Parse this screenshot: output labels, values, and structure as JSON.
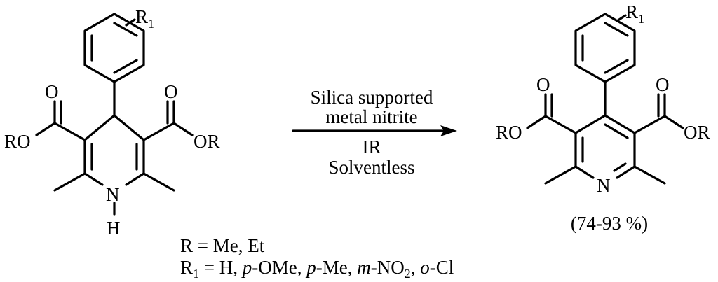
{
  "reactant": {
    "ring_substituent": "R",
    "ring_substituent_index": "1",
    "carbonyl_oxygen_left": "O",
    "carbonyl_oxygen_right": "O",
    "ester_left": "RO",
    "ester_right": "OR",
    "nitrogen": "N",
    "nitrogen_hydrogen": "H"
  },
  "conditions": {
    "reagent_line1": "Silica supported",
    "reagent_line2": "metal  nitrite",
    "condition_line1": "IR",
    "condition_line2": "Solventless"
  },
  "product": {
    "ring_substituent": "R",
    "ring_substituent_index": "1",
    "carbonyl_oxygen_left": "O",
    "carbonyl_oxygen_right": "O",
    "ester_left": "RO",
    "ester_right": "OR",
    "nitrogen": "N",
    "yield": "(74-93 %)"
  },
  "definitions": {
    "r_line": "R = Me, Et",
    "r1_symbol": "R",
    "r1_index": "1",
    "r1_prefix": " = H, ",
    "p_italic_1": "p",
    "ome": "-OMe, ",
    "p_italic_2": "p",
    "me": "-Me, ",
    "m_italic": "m",
    "no2": "-NO",
    "no2_index": "2",
    "comma": ", ",
    "o_italic": "o",
    "cl": "-Cl"
  }
}
